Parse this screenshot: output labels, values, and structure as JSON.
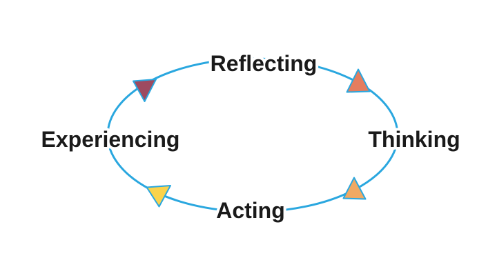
{
  "diagram": {
    "labels": {
      "top": "Reflecting",
      "right": "Thinking",
      "bottom": "Acting",
      "left": "Experiencing"
    },
    "colors": {
      "curve": "#2AA7DF",
      "text": "#1A1A1A",
      "background": "#FFFFFF",
      "arrow_top_left": "#9E4A60",
      "arrow_top_right": "#E57D5E",
      "arrow_bottom_right": "#F0A963",
      "arrow_bottom_left": "#FBD34B"
    }
  }
}
